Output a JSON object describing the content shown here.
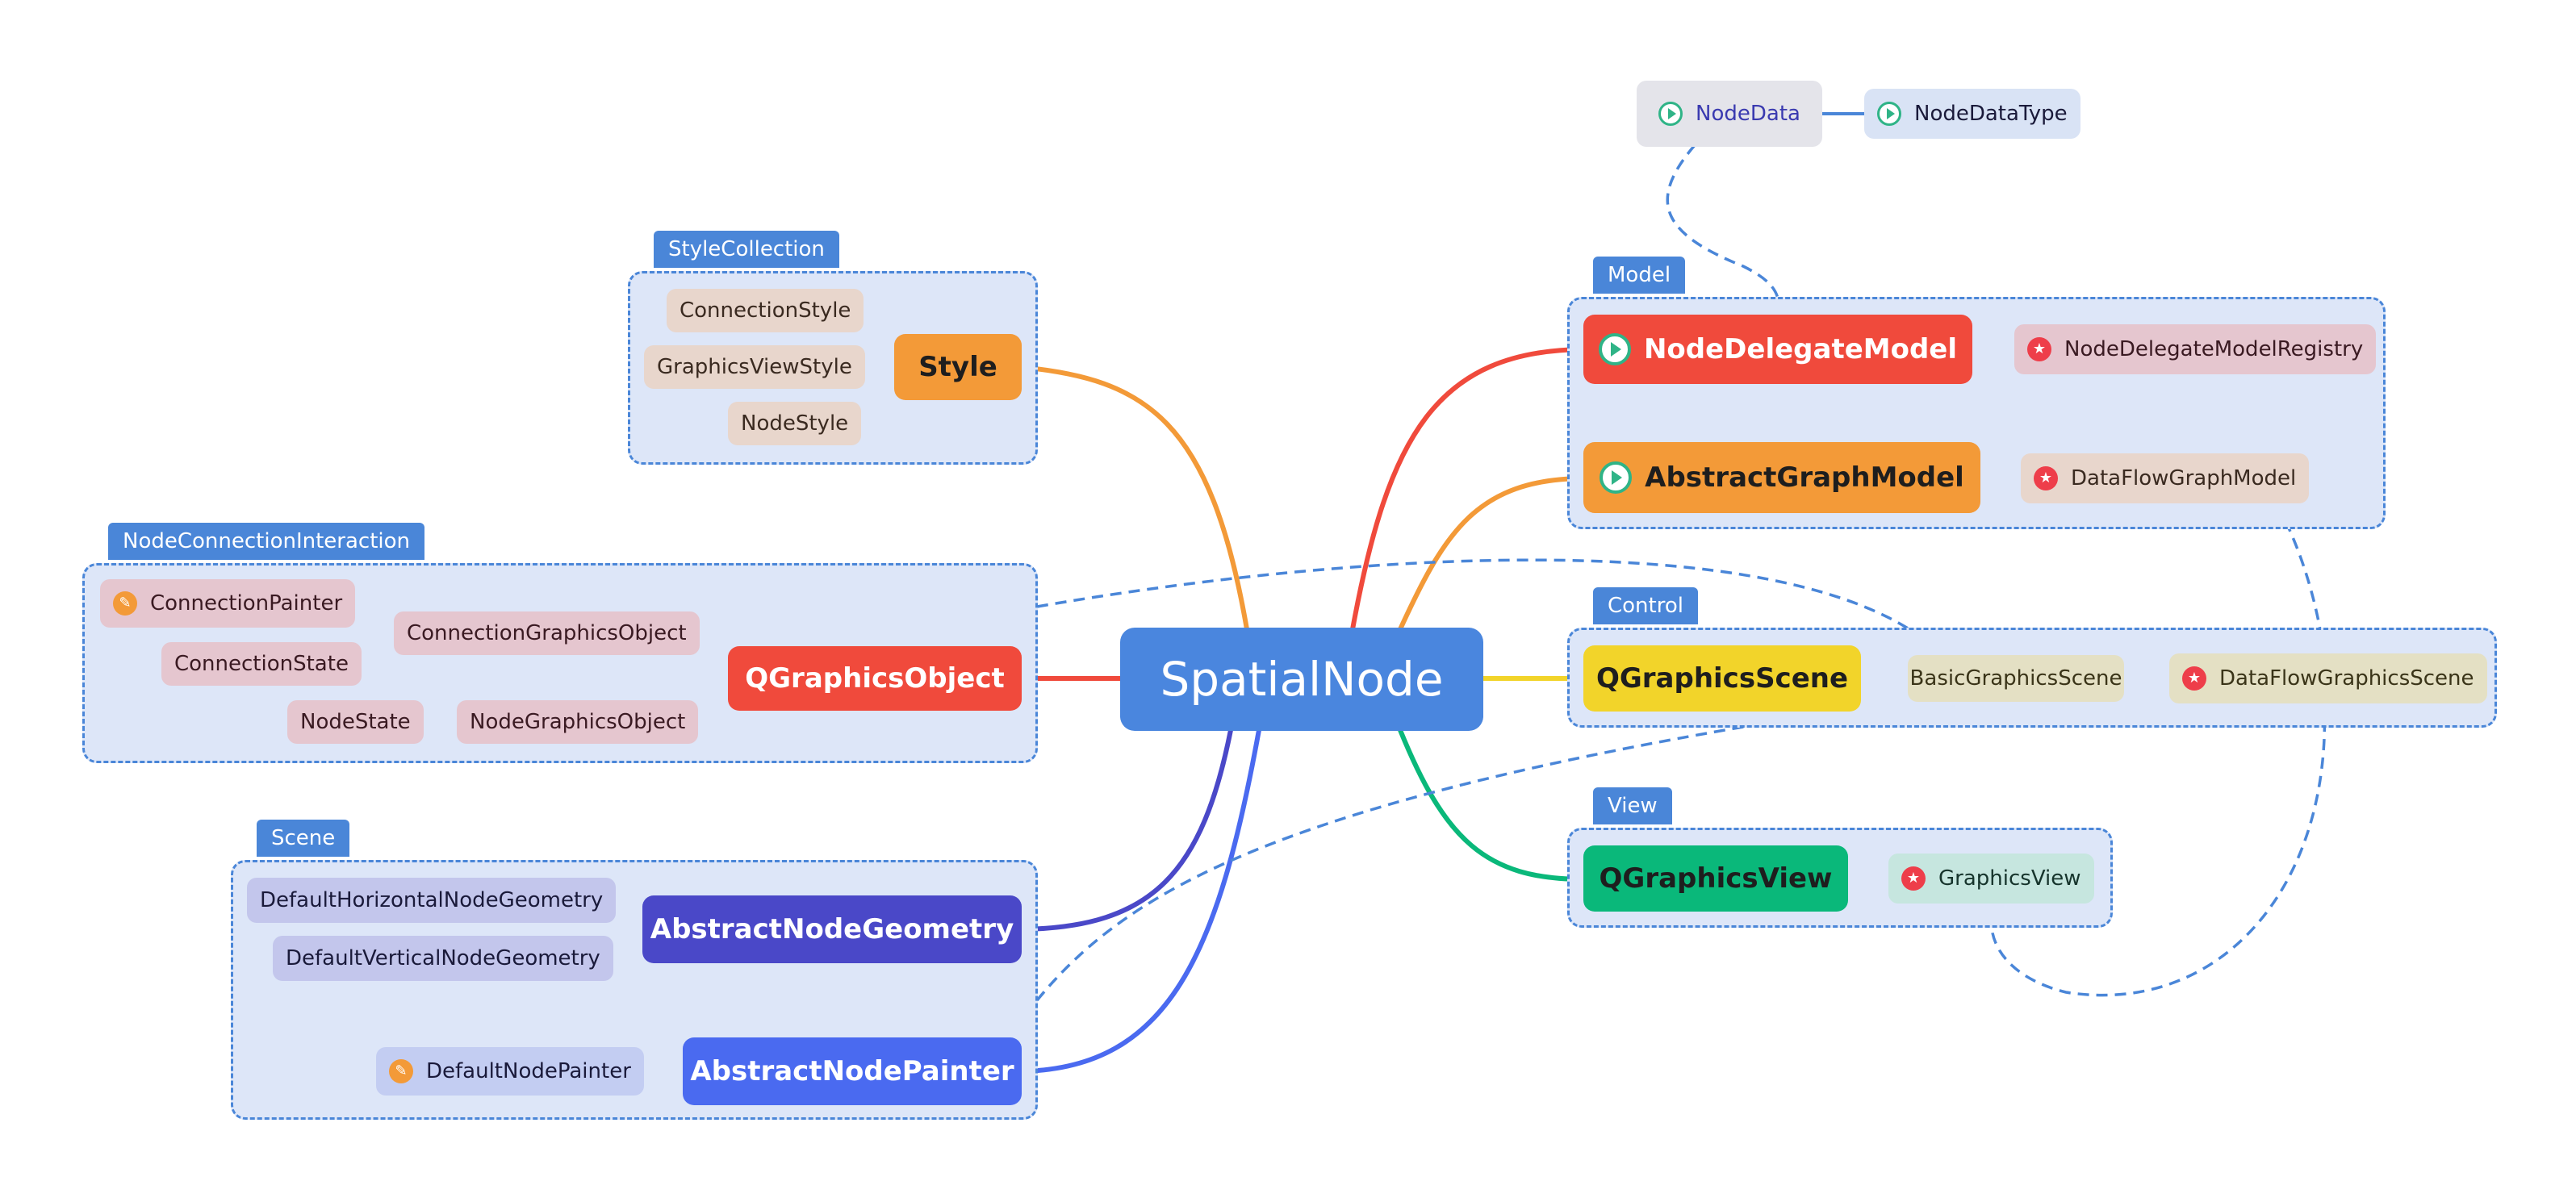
{
  "root": {
    "label": "SpatialNode"
  },
  "groups": {
    "style_collection": "StyleCollection",
    "node_connection_interaction": "NodeConnectionInteraction",
    "scene": "Scene",
    "model": "Model",
    "control": "Control",
    "view": "View"
  },
  "nodes": {
    "style": "Style",
    "connection_style": "ConnectionStyle",
    "graphics_view_style": "GraphicsViewStyle",
    "node_style": "NodeStyle",
    "qgraphics_object": "QGraphicsObject",
    "connection_painter": "ConnectionPainter",
    "connection_state": "ConnectionState",
    "connection_graphics_object": "ConnectionGraphicsObject",
    "node_state": "NodeState",
    "node_graphics_object": "NodeGraphicsObject",
    "abstract_node_geometry": "AbstractNodeGeometry",
    "default_horizontal_node_geometry": "DefaultHorizontalNodeGeometry",
    "default_vertical_node_geometry": "DefaultVerticalNodeGeometry",
    "abstract_node_painter": "AbstractNodePainter",
    "default_node_painter": "DefaultNodePainter",
    "node_data": "NodeData",
    "node_data_type": "NodeDataType",
    "node_delegate_model": "NodeDelegateModel",
    "node_delegate_model_registry": "NodeDelegateModelRegistry",
    "abstract_graph_model": "AbstractGraphModel",
    "data_flow_graph_model": "DataFlowGraphModel",
    "qgraphics_scene": "QGraphicsScene",
    "basic_graphics_scene": "BasicGraphicsScene",
    "data_flow_graphics_scene": "DataFlowGraphicsScene",
    "qgraphics_view": "QGraphicsView",
    "graphics_view": "GraphicsView"
  },
  "colors": {
    "root": "#4a86de",
    "style_branch": "#f39a38",
    "qgraphics_object_branch": "#f04a3c",
    "abstract_node_geometry_branch": "#4a48c8",
    "abstract_node_painter_branch": "#4a6af0",
    "node_delegate_model_branch": "#f04a3c",
    "abstract_graph_model_branch": "#f39a38",
    "qgraphics_scene_branch": "#f2d42a",
    "qgraphics_view_branch": "#0ab87a",
    "group_fill": "#dde6f8",
    "dashed_link": "#4a86d8"
  },
  "icons": {
    "play": "play-circle-icon",
    "star": "star-badge-icon",
    "pencil": "pencil-badge-icon"
  }
}
